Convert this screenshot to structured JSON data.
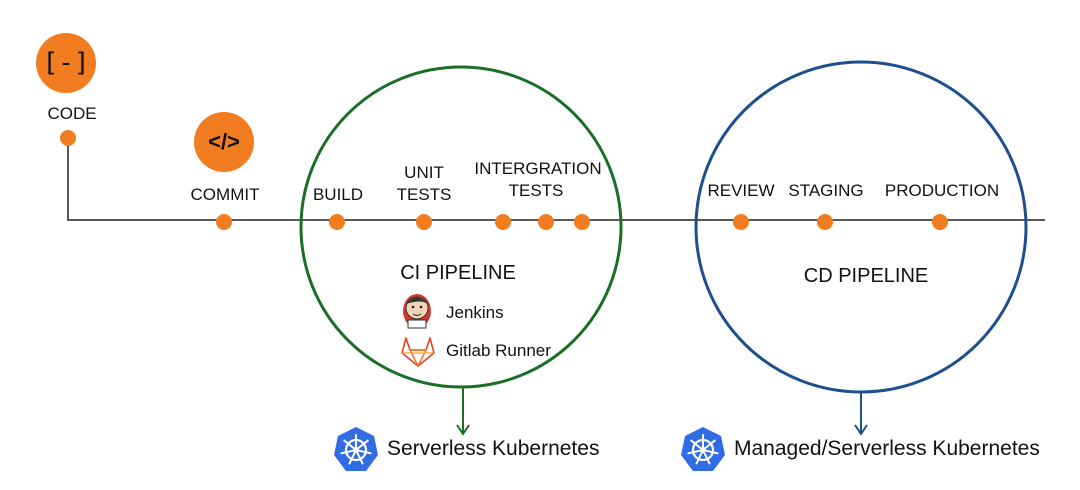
{
  "stages": {
    "code": {
      "label": "CODE",
      "glyph": "[-]"
    },
    "commit": {
      "label": "COMMIT",
      "glyph": "</>"
    },
    "build": {
      "label": "BUILD"
    },
    "unit_tests": {
      "line1": "UNIT",
      "line2": "TESTS"
    },
    "integration_tests": {
      "line1": "INTERGRATION",
      "line2": "TESTS"
    },
    "review": {
      "label": "REVIEW"
    },
    "staging": {
      "label": "STAGING"
    },
    "production": {
      "label": "PRODUCTION"
    }
  },
  "ci": {
    "title": "CI PIPELINE",
    "tools": [
      {
        "name": "Jenkins",
        "icon": "jenkins-icon"
      },
      {
        "name": "Gitlab Runner",
        "icon": "gitlab-icon"
      }
    ],
    "target": "Serverless Kubernetes"
  },
  "cd": {
    "title": "CD PIPELINE",
    "target": "Managed/Serverless Kubernetes"
  },
  "colors": {
    "orange": "#f27d20",
    "ci_circle": "#1b6e26",
    "cd_circle": "#1d4f8c",
    "line": "#222222",
    "kubernetes": "#326ce5"
  }
}
